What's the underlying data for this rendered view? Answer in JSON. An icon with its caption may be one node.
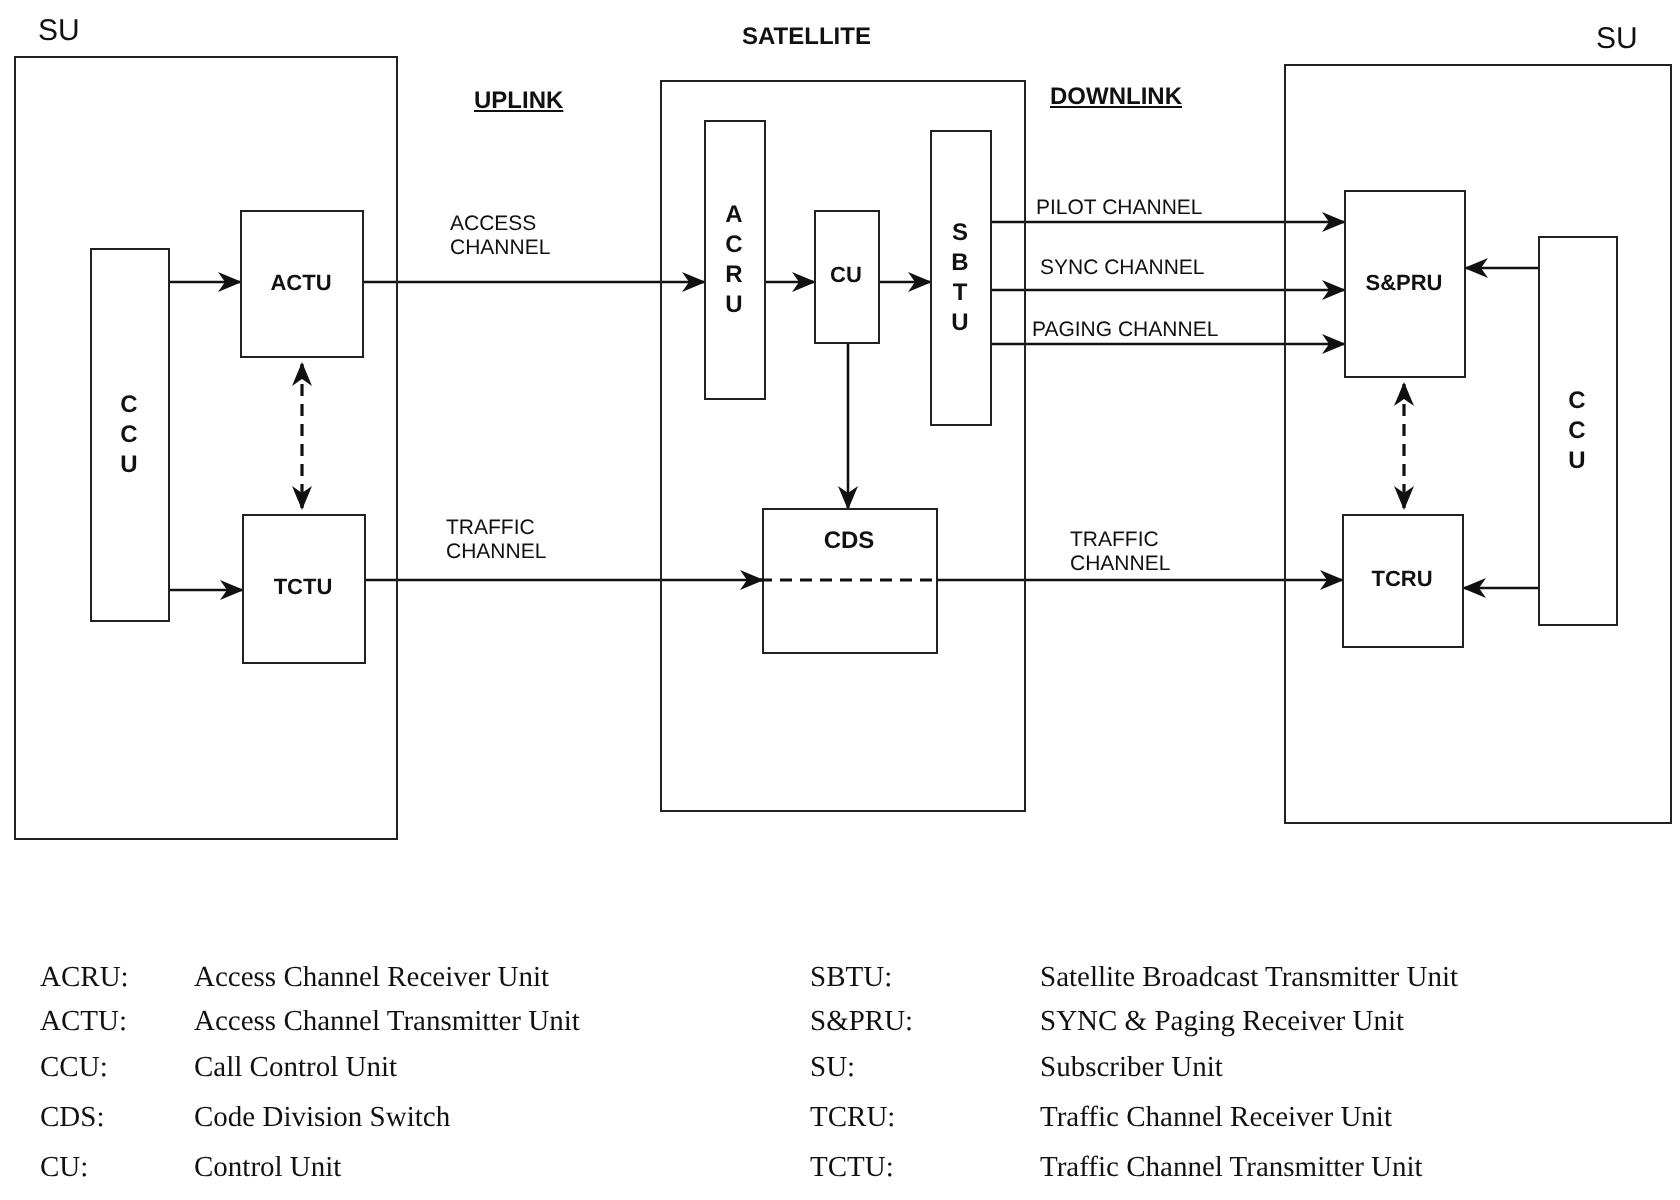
{
  "diagram": {
    "nodes": [
      {
        "text": [
          "SU"
        ]
      },
      {
        "text": [
          "CCU"
        ],
        "in": 0
      },
      {
        "text": [
          "ACTU"
        ],
        "in": 0
      },
      {
        "text": [
          "TCTU"
        ],
        "in": 0
      },
      {
        "text": [
          "SATELLITE"
        ]
      },
      {
        "text": [
          "ACRU"
        ],
        "in": 4
      },
      {
        "text": [
          "CU"
        ],
        "in": 4
      },
      {
        "text": [
          "SBTU"
        ],
        "in": 4
      },
      {
        "text": [
          "CDS"
        ],
        "in": 4
      },
      {
        "text": [
          "SU"
        ]
      },
      {
        "text": [
          "S&PRU"
        ],
        "in": 9
      },
      {
        "text": [
          "TCRU"
        ],
        "in": 9
      },
      {
        "text": [
          "CCU"
        ],
        "in": 9
      }
    ],
    "edges": [
      {
        "from": 1,
        "to": 2,
        "arrow": "to"
      },
      {
        "from": 1,
        "to": 3,
        "arrow": "to"
      },
      {
        "from": 2,
        "to": 3,
        "arrow": "both",
        "style": "dashed"
      },
      {
        "from": 2,
        "to": 5,
        "arrow": "to",
        "label": "ACCESS CHANNEL"
      },
      {
        "from": 3,
        "to": 8,
        "arrow": "to",
        "label": "TRAFFIC CHANNEL"
      },
      {
        "from": 5,
        "to": 6,
        "arrow": "to"
      },
      {
        "from": 6,
        "to": 7,
        "arrow": "to"
      },
      {
        "from": 6,
        "to": 8,
        "arrow": "to"
      },
      {
        "from": 7,
        "to": 10,
        "arrow": "to",
        "label": "PILOT CHANNEL"
      },
      {
        "from": 7,
        "to": 10,
        "arrow": "to",
        "label": "SYNC CHANNEL"
      },
      {
        "from": 7,
        "to": 10,
        "arrow": "to",
        "label": "PAGING CHANNEL"
      },
      {
        "from": 8,
        "to": 11,
        "arrow": "to",
        "label": "TRAFFIC CHANNEL"
      },
      {
        "from": 10,
        "to": 11,
        "arrow": "both",
        "style": "dashed"
      },
      {
        "from": 12,
        "to": 10,
        "arrow": "to"
      },
      {
        "from": 12,
        "to": 11,
        "arrow": "to"
      }
    ],
    "labels": [
      "UPLINK",
      "DOWNLINK",
      "ACRU:",
      "Access Channel Receiver Unit",
      "SBTU:",
      "Satellite Broadcast Transmitter Unit",
      "ACTU:",
      "Access Channel Transmitter Unit",
      "S&PRU:",
      "SYNC & Paging Receiver Unit",
      "CCU:",
      "Call Control Unit",
      "SU:",
      "Subscriber Unit",
      "CDS:",
      "Code Division Switch",
      "TCRU:",
      "Traffic Channel Receiver Unit",
      "CU:",
      "Control Unit",
      "TCTU:",
      "Traffic Channel Transmitter Unit"
    ]
  }
}
